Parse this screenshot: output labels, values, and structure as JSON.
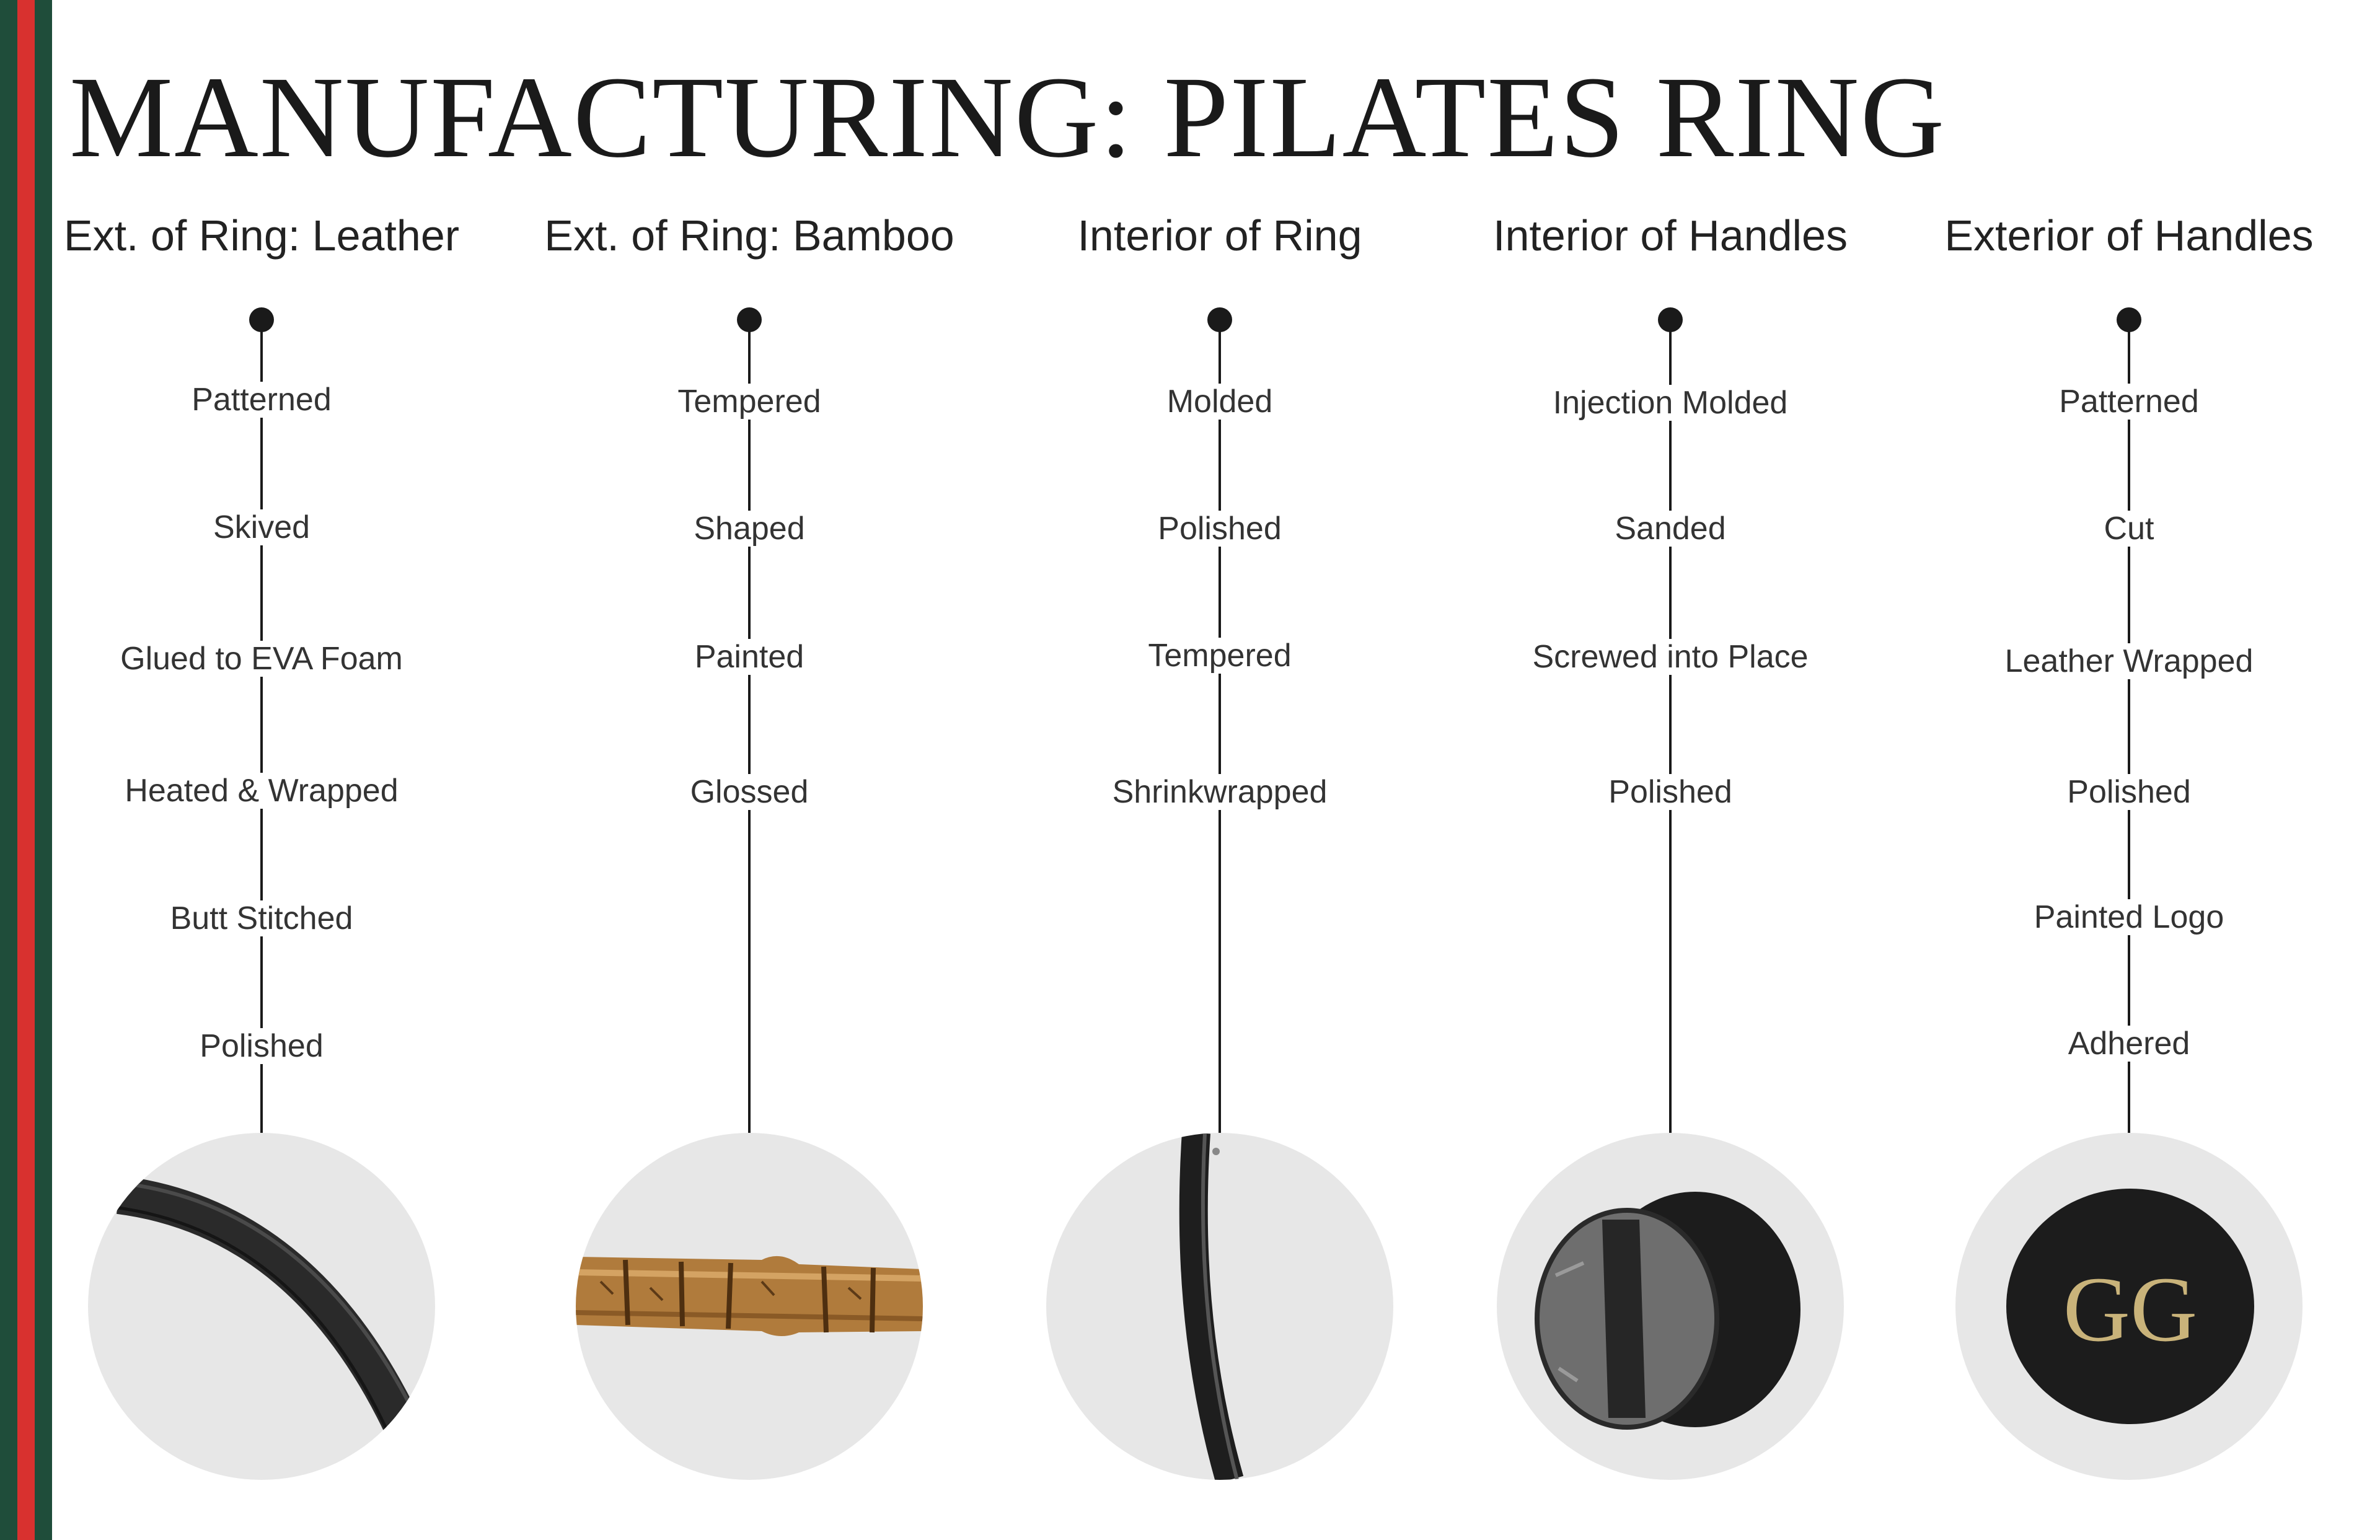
{
  "title": "MANUFACTURING: PILATES RING",
  "stripe_colors": {
    "green": "#1f4d3a",
    "red": "#d8312f"
  },
  "logo_text": "GG",
  "columns": [
    {
      "heading": "Ext. of Ring: Leather",
      "steps": [
        "Patterned",
        "Skived",
        "Glued to EVA Foam",
        "Heated & Wrapped",
        "Butt Stitched",
        "Polished"
      ],
      "image": "leather-ring-segment"
    },
    {
      "heading": "Ext. of Ring: Bamboo",
      "steps": [
        "Tempered",
        "Shaped",
        "Painted",
        "Glossed"
      ],
      "image": "bamboo-segment"
    },
    {
      "heading": "Interior of Ring",
      "steps": [
        "Molded",
        "Polished",
        "Tempered",
        "Shrinkwrapped"
      ],
      "image": "steel-ring-segment"
    },
    {
      "heading": "Interior of Handles",
      "steps": [
        "Injection Molded",
        "Sanded",
        "Screwed into Place",
        "Polished"
      ],
      "image": "handle-cap"
    },
    {
      "heading": "Exterior of Handles",
      "steps": [
        "Patterned",
        "Cut",
        "Leather Wrapped",
        "Polished",
        "Painted Logo",
        "Adhered"
      ],
      "image": "logo-pad"
    }
  ]
}
